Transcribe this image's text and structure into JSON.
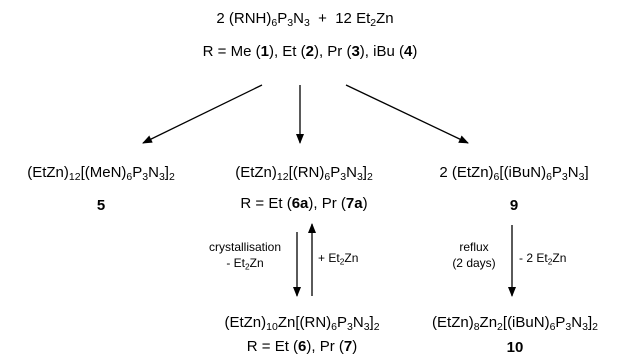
{
  "reaction": {
    "reactant_pre": "2 (RNH)",
    "reactant_sub1": "6",
    "reactant_mid1": "P",
    "reactant_sub2": "3",
    "reactant_mid2": "N",
    "reactant_sub3": "3",
    "reactant_mid3": "  +  12 Et",
    "reactant_sub4": "2",
    "reactant_post": "Zn",
    "r_def_prefix": "R = Me (",
    "r1": "1",
    "r_def_mid1": "), Et (",
    "r2": "2",
    "r_def_mid2": "), Pr (",
    "r3": "3",
    "r_def_mid3": "), iBu (",
    "r4": "4",
    "r_def_suffix": ")"
  },
  "products": {
    "left": {
      "formula_parts": [
        "(EtZn)",
        "12",
        "[(MeN)",
        "6",
        "P",
        "3",
        "N",
        "3",
        "]",
        "2"
      ],
      "number": "5"
    },
    "middle": {
      "formula_parts": [
        "(EtZn)",
        "12",
        "[(RN)",
        "6",
        "P",
        "3",
        "N",
        "3",
        "]",
        "2"
      ],
      "r_prefix": "R = Et (",
      "r_a": "6a",
      "r_mid": "), Pr (",
      "r_b": "7a",
      "r_suffix": ")"
    },
    "right": {
      "formula_parts": [
        "2 (EtZn)",
        "6",
        "[(iBuN)",
        "6",
        "P",
        "3",
        "N",
        "3",
        "]"
      ],
      "number": "9"
    },
    "bottom_middle": {
      "formula_parts": [
        "(EtZn)",
        "10",
        "Zn[(RN)",
        "6",
        "P",
        "3",
        "N",
        "3",
        "]",
        "2"
      ],
      "r_prefix": "R = Et (",
      "r_a": "6",
      "r_mid": "), Pr (",
      "r_b": "7",
      "r_suffix": ")"
    },
    "bottom_right": {
      "formula_parts": [
        "(EtZn)",
        "8",
        "Zn",
        "2",
        "[(iBuN)",
        "6",
        "P",
        "3",
        "N",
        "3",
        "]",
        "2"
      ],
      "number": "10"
    }
  },
  "conditions": {
    "crystallisation_line1": "crystallisation",
    "crystallisation_line2_pre": "- Et",
    "crystallisation_line2_sub": "2",
    "crystallisation_line2_post": "Zn",
    "reverse_pre": "+ Et",
    "reverse_sub": "2",
    "reverse_post": "Zn",
    "reflux_line1": "reflux",
    "reflux_line2": "(2 days)",
    "reflux_loss_pre": "- 2 Et",
    "reflux_loss_sub": "2",
    "reflux_loss_post": "Zn"
  },
  "colors": {
    "ink": "#000000",
    "background": "#ffffff"
  }
}
